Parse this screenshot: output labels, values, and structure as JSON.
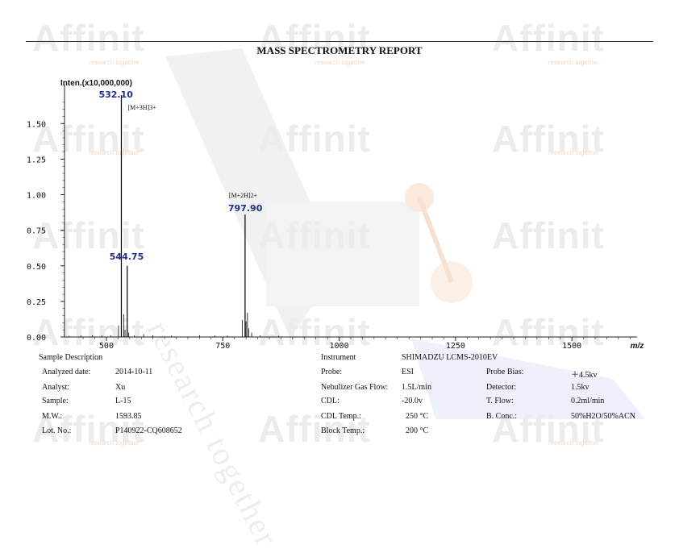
{
  "report": {
    "title": "MASS SPECTROMETRY REPORT"
  },
  "watermark": {
    "text": "Affinit",
    "tagline": "research together",
    "diagonal": "research together"
  },
  "chart_data": {
    "type": "bar",
    "y_axis_title": "Inten.(x10,000,000)",
    "xlabel": "m/z",
    "xlim": [
      410,
      1640
    ],
    "ylim": [
      0,
      1.7
    ],
    "x_ticks": [
      500,
      750,
      1000,
      1250,
      1500
    ],
    "y_ticks": [
      "0.00",
      "0.25",
      "0.50",
      "0.75",
      "1.00",
      "1.25",
      "1.50"
    ],
    "y_tick_values": [
      0,
      0.25,
      0.5,
      0.75,
      1.0,
      1.25,
      1.5
    ],
    "peaks": [
      {
        "mz": 532.1,
        "intensity": 1.7,
        "label": "532.10",
        "annotation": "[M+3H]3+"
      },
      {
        "mz": 544.75,
        "intensity": 0.5,
        "label": "544.75"
      },
      {
        "mz": 797.9,
        "intensity": 0.86,
        "label": "797.90",
        "annotation": "[M+2H]2+"
      }
    ],
    "minor_peaks": [
      {
        "mz": 420,
        "intensity": 0.008
      },
      {
        "mz": 445,
        "intensity": 0.01
      },
      {
        "mz": 470,
        "intensity": 0.012
      },
      {
        "mz": 490,
        "intensity": 0.01
      },
      {
        "mz": 510,
        "intensity": 0.012
      },
      {
        "mz": 526,
        "intensity": 0.08
      },
      {
        "mz": 537,
        "intensity": 0.16
      },
      {
        "mz": 540,
        "intensity": 0.05
      },
      {
        "mz": 548,
        "intensity": 0.03
      },
      {
        "mz": 560,
        "intensity": 0.01
      },
      {
        "mz": 580,
        "intensity": 0.02
      },
      {
        "mz": 600,
        "intensity": 0.012
      },
      {
        "mz": 640,
        "intensity": 0.01
      },
      {
        "mz": 700,
        "intensity": 0.012
      },
      {
        "mz": 733,
        "intensity": 0.01
      },
      {
        "mz": 760,
        "intensity": 0.01
      },
      {
        "mz": 792,
        "intensity": 0.12
      },
      {
        "mz": 800,
        "intensity": 0.11
      },
      {
        "mz": 803,
        "intensity": 0.17
      },
      {
        "mz": 806,
        "intensity": 0.06
      },
      {
        "mz": 812,
        "intensity": 0.03
      },
      {
        "mz": 830,
        "intensity": 0.01
      },
      {
        "mz": 870,
        "intensity": 0.008
      }
    ],
    "colors": {
      "label": "#1e2f8c",
      "axis": "#222222",
      "peak": "#000000"
    }
  },
  "sample": {
    "header": "Sample Description",
    "rows": [
      {
        "label": "Analyzed date:",
        "value": "2014-10-11"
      },
      {
        "label": "Analyst:",
        "value": "Xu"
      },
      {
        "label": "Sample:",
        "value": "L-15"
      },
      {
        "label": "M.W.:",
        "value": "1593.85"
      },
      {
        "label": "Lot. No.:",
        "value": "P140922-CQ608652"
      }
    ]
  },
  "instrument": {
    "header_label": "Instrument",
    "header_value": "SHIMADZU LCMS-2010EV",
    "rows": [
      {
        "label": "Probe:",
        "value": "ESI",
        "label2": "Probe Bias:",
        "value2": "＋4.5kv"
      },
      {
        "label": "Nebulizer Gas Flow:",
        "value": "1.5L/min",
        "label2": "Detector:",
        "value2": "1.5kv"
      },
      {
        "label": "CDL:",
        "value": "-20.0v",
        "label2": "T. Flow:",
        "value2": "0.2ml/min"
      },
      {
        "label": "CDL Temp.:",
        "value": "250 °C",
        "label2": "B. Conc.:",
        "value2": "50%H2O/50%ACN"
      },
      {
        "label": "Block Temp.:",
        "value": "200 °C",
        "label2": "",
        "value2": ""
      }
    ]
  }
}
